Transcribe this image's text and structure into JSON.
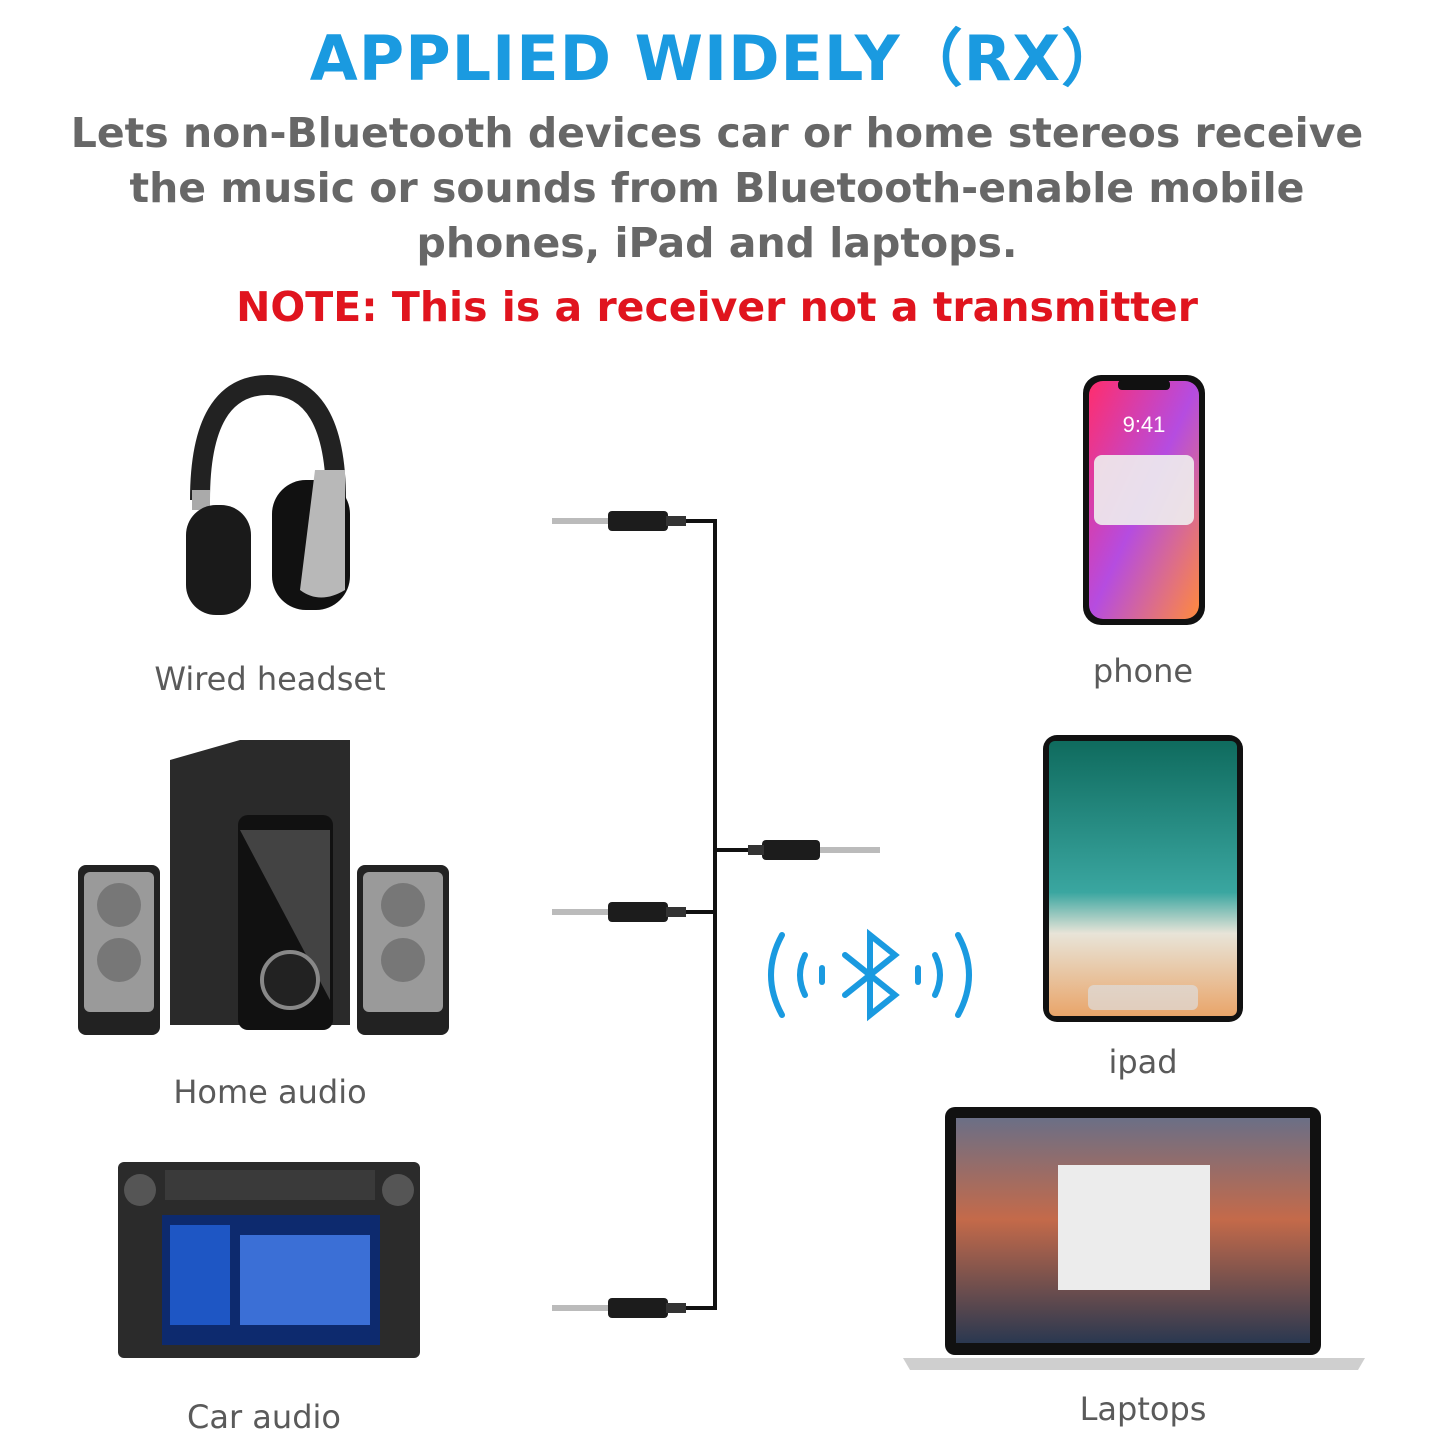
{
  "header": {
    "title": "APPLIED WIDELY（RX）",
    "subtitle_lines": [
      "Lets non-Bluetooth devices car or home stereos receive",
      "the music or sounds from Bluetooth-enable mobile",
      "phones, iPad and laptops."
    ],
    "note": "NOTE: This is a receiver not a transmitter"
  },
  "left_devices": [
    {
      "label": "Wired headset",
      "icon": "headphones-icon"
    },
    {
      "label": "Home audio",
      "icon": "speakers-icon"
    },
    {
      "label": "Car audio",
      "icon": "car-stereo-icon"
    }
  ],
  "right_devices": [
    {
      "label": "phone",
      "icon": "phone-icon",
      "screen_time": "9:41"
    },
    {
      "label": "ipad",
      "icon": "tablet-icon"
    },
    {
      "label": "Laptops",
      "icon": "laptop-icon"
    }
  ],
  "colors": {
    "accent": "#1a9ae0",
    "text": "#676767",
    "note": "#e0141e"
  },
  "center_icon": "bluetooth-icon"
}
